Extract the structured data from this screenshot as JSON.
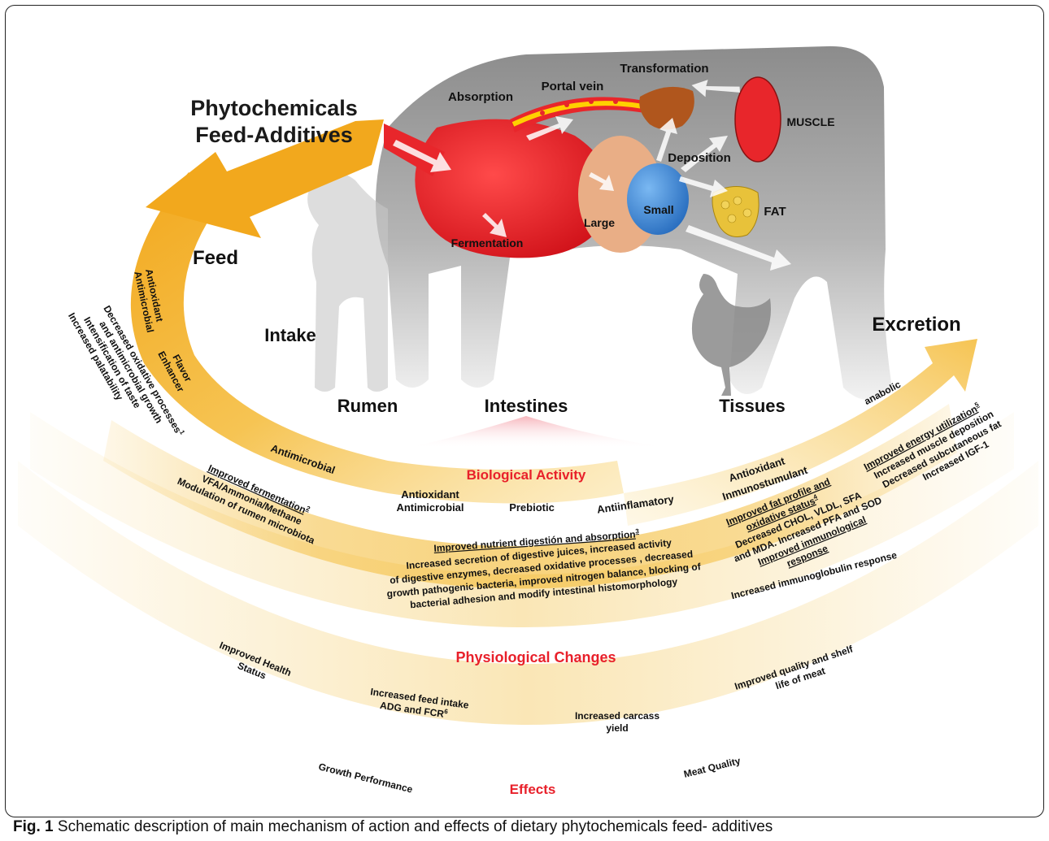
{
  "title": {
    "line1": "Phytochemicals",
    "line2": "Feed-Additives"
  },
  "organs": {
    "absorption": "Absorption",
    "portal_vein": "Portal vein",
    "transformation": "Transformation",
    "muscle": "MUSCLE",
    "deposition": "Deposition",
    "fat": "FAT",
    "small": "Small",
    "large": "Large",
    "fermentation": "Fermentation"
  },
  "stages": {
    "feed": "Feed",
    "intake": "Intake",
    "rumen": "Rumen",
    "intestines": "Intestines",
    "tissues": "Tissues",
    "excretion": "Excretion"
  },
  "feed_arc": {
    "antioxidant": "Antioxidant",
    "antimicrobial": "Antimicrobial",
    "flavor": "Flavor",
    "enhancer": "Enhancer",
    "effect1": "Decreased oxidative processes",
    "effect1_sup": "1",
    "effect2": "and antimicrobial growth",
    "effect3": "Intensification of taste",
    "effect4": "Increased palatability"
  },
  "biological_activity": {
    "title": "Biological Activity",
    "rumen_antimicrobial": "Antimicrobial",
    "int_antioxidant": "Antioxidant",
    "int_antimicrobial": "Antimicrobial",
    "prebiotic": "Prebiotic",
    "antiinflammatory": "Antiinflamatory",
    "tis_antioxidant": "Antioxidant",
    "tis_immuno": "Inmunostumulant",
    "anabolic": "anabolic"
  },
  "rumen_effects": {
    "heading": "Improved fermentation",
    "sup": "2",
    "line1": "VFA/Ammonia/Methane",
    "line2": "Modulation of rumen microbiota"
  },
  "intestine_effects": {
    "heading": "Improved  nutrient digestión and absorption",
    "sup": "3",
    "line1": "Increased secretion of digestive juices, increased activity",
    "line2": "of digestive enzymes, decreased oxidative processes , decreased",
    "line3": "growth pathogenic bacteria, improved nitrogen balance, blocking of",
    "line4": "bacterial adhesion and modify intestinal histomorphology"
  },
  "tissue_effects": {
    "heading1": "Improved fat profile and",
    "heading2": "oxidative status",
    "sup": "4",
    "line1": "Decreased CHOL, VLDL, SFA",
    "line2": "and MDA. Increased PFA and SOD",
    "heading3": "Improved immunological",
    "heading4": "response",
    "line3": "Increased immunoglobulin response"
  },
  "excretion_effects": {
    "heading": "Improved energy utilization",
    "sup": "5",
    "line1": "Increased muscle deposition",
    "line2": "Decreased subcutaneous fat",
    "line3": "Increased IGF-1"
  },
  "physiological": {
    "title": "Physiological Changes",
    "health1": "Improved Health",
    "health2": "Status",
    "feed1": "Increased feed intake",
    "feed2": "ADG and FCR",
    "feed_sup": "6",
    "carcass1": "Increased  carcass",
    "carcass2": "yield",
    "meat1": "Improved quality and shelf",
    "meat2": "life of meat"
  },
  "effects": {
    "title": "Effects",
    "growth": "Growth Performance",
    "meat": "Meat Quality"
  },
  "caption": {
    "label": "Fig. 1",
    "text": " Schematic description of main mechanism of action and effects of dietary phytochemicals feed- additives"
  },
  "colors": {
    "arc": "#f5c24a",
    "arrow": "#f2a81d",
    "red_label": "#e8202a",
    "rumen": "#e8262b",
    "large_intestine": "#e9ae86",
    "small_intestine": "#4a8fd6",
    "liver": "#b0561d",
    "fat": "#e8c23a",
    "silhouette": "#9a9a9a"
  }
}
